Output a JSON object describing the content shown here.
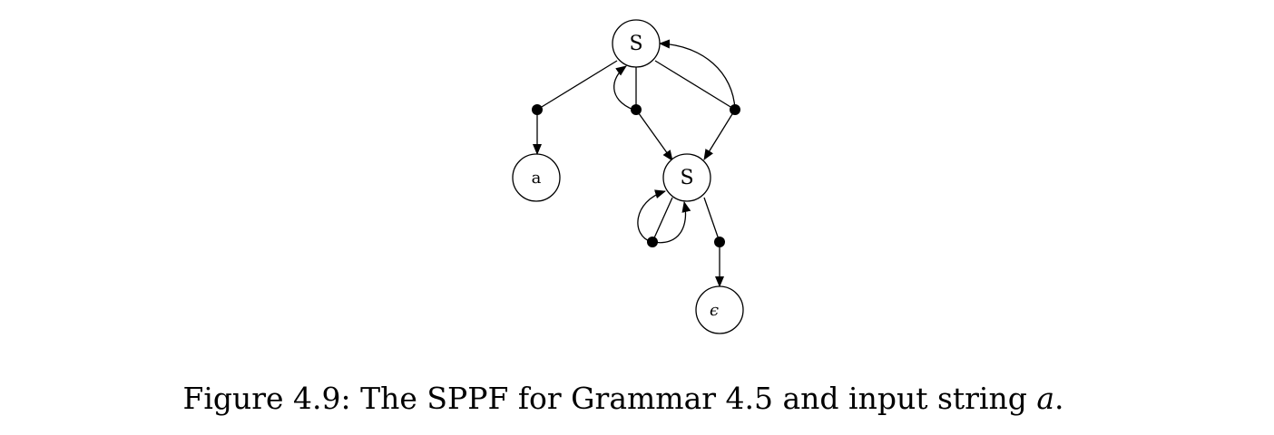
{
  "nodes": {
    "s_top": "S",
    "a": "a",
    "s_mid": "S",
    "epsilon": "ϵ"
  },
  "caption": {
    "prefix": "Figure 4.9: The SPPF for Grammar 4.5 and input string ",
    "variable": "a",
    "suffix": "."
  },
  "colors": {
    "stroke": "#000000",
    "background": "#ffffff"
  }
}
